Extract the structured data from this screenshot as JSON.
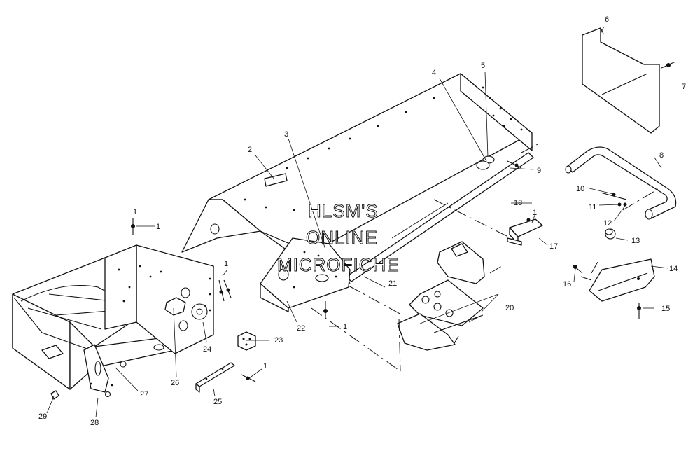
{
  "watermark": {
    "line1": "HLSM'S",
    "line2": "ONLINE",
    "line3": "MICROFICHE"
  },
  "callouts": [
    "1",
    "2",
    "3",
    "4",
    "5",
    "6",
    "7",
    "8",
    "9",
    "10",
    "11",
    "12",
    "13",
    "14",
    "15",
    "16",
    "17",
    "18",
    "1",
    "20",
    "21",
    "22",
    "23",
    "24",
    "25",
    "26",
    "27",
    "28",
    "29",
    "1",
    "1",
    "1",
    "1"
  ]
}
